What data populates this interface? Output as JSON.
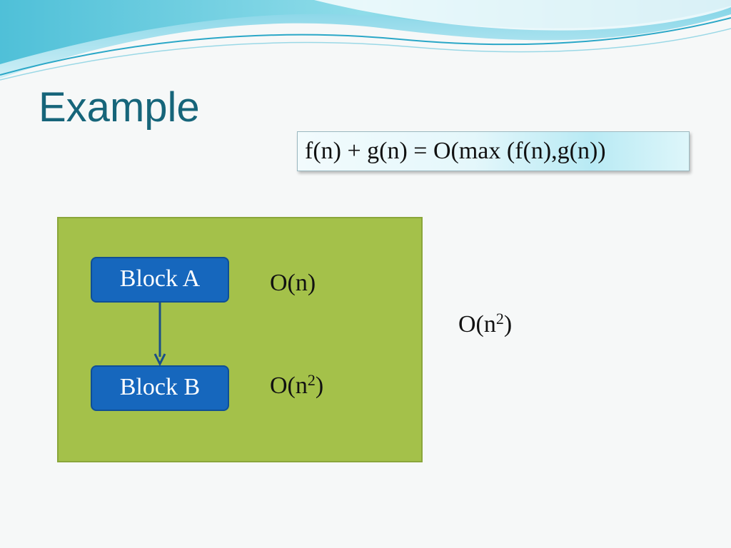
{
  "slide": {
    "title": "Example",
    "formula": "f(n) + g(n) = O(max (f(n),g(n))",
    "blocks": [
      {
        "label": "Block A",
        "complexity_prefix": "O(n",
        "complexity_exp": "",
        "complexity_suffix": ")"
      },
      {
        "label": "Block B",
        "complexity_prefix": "O(n",
        "complexity_exp": "2",
        "complexity_suffix": ")"
      }
    ],
    "total": {
      "prefix": "O(n",
      "exp": "2",
      "suffix": ")"
    }
  },
  "colors": {
    "title": "#16657a",
    "panel": "#a4c14a",
    "block": "#1667bd"
  }
}
